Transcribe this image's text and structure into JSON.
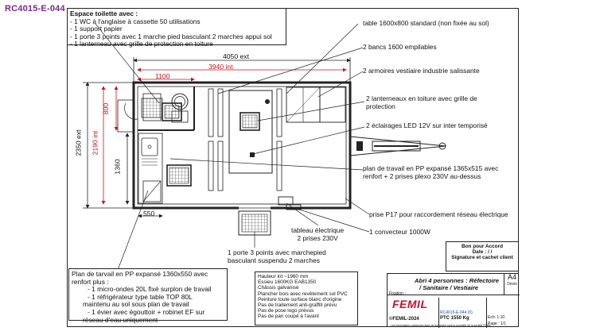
{
  "reference": "RC4015-E-044",
  "colors": {
    "reference": "#7a2a8c",
    "dimension_red": "#c4141c",
    "brand_red": "#c8102e",
    "line": "#222222"
  },
  "toilet_box": {
    "title": "Espace toilette avec :",
    "lines": [
      "- 1 WC à l'anglaise à cassette 50 utilisations",
      "- 1 support papier",
      "- 1 porte 3 points avec 1 marche pied basculant 2 marches appui sol",
      "- 1 lanterneau avec grille de protection en toiture"
    ]
  },
  "dimensions": {
    "length_ext": "4050 ext",
    "length_int": "3940 int",
    "toilet_width": "1100",
    "toilet_depth": "800",
    "width_ext": "2350 ext",
    "width_int": "2190 int",
    "worktop_depth": "1360",
    "sink_width": "550"
  },
  "annotations": {
    "table": "table 1600x800 standard (non fixée au sol)",
    "benches": "2 bancs 1600 empilables",
    "lockers": "2 armoires vestiaire industrie salissante",
    "skylights": [
      "2 lanterneaux en toiture avec grille de",
      "protection"
    ],
    "led": "2 éclairages LED 12V sur inter temporisé",
    "worktop": [
      "plan de travail en PP expansé 1365x515 avec",
      "renfort + 2 prises plexo 230V au-dessus"
    ],
    "socket": "prise P17 pour raccordement réseau électrique",
    "convector": "1 convecteur 1000W",
    "panel": [
      "tableau électrique",
      "2 prises 230V"
    ],
    "door": [
      "1 porte 3 points avec marchepied",
      "basculant suspendu 2 marches"
    ]
  },
  "bottom_note": {
    "lines": [
      "Plan de tarvail en PP expansé 1360x550 avec",
      "renfort plus :",
      "- 1 micro-ondes 20L fixé surplon de travail",
      "- 1 réfrigérateur type table TOP 80L",
      "maintenu au sol sous plan de travail",
      "- 1 évier avec égouttoir + robinet EF sur",
      "réseau d'eau uniquement"
    ]
  },
  "specs": [
    "Hauteur int ~1960 mm",
    "Essieu 1600KG EAB1350",
    "Châssis galvanisé",
    "Plancher bois avec revêtement sol PVC",
    "Peinture toute surface blanc d'origine",
    "Pas de traitement anti-graffiti prévu",
    "Pas de pose logo prévus",
    "Pas de pan coupé à l'avant"
  ],
  "approval": {
    "title": "Bon pour Accord",
    "date": "Date :  /  /",
    "signature": "Signature et cachet client"
  },
  "title_block": {
    "title": "Abri 4 personnes : Réfectoire",
    "subtitle": "/ Sanitaire / Vestiaire",
    "format": "A4",
    "devis": "Devis",
    "fixation_label": "Fixation :",
    "brand": "FEMIL",
    "copyright": "©FEMIL-2024",
    "ptc": "PTC  1550 Kg",
    "code": "RC4015-E-044 (0)",
    "scale": "Ech: 1:10",
    "page": "Page : 1/1",
    "legal": "Les informations contenues dans ce document sont la propriété de la société FEMIL"
  }
}
